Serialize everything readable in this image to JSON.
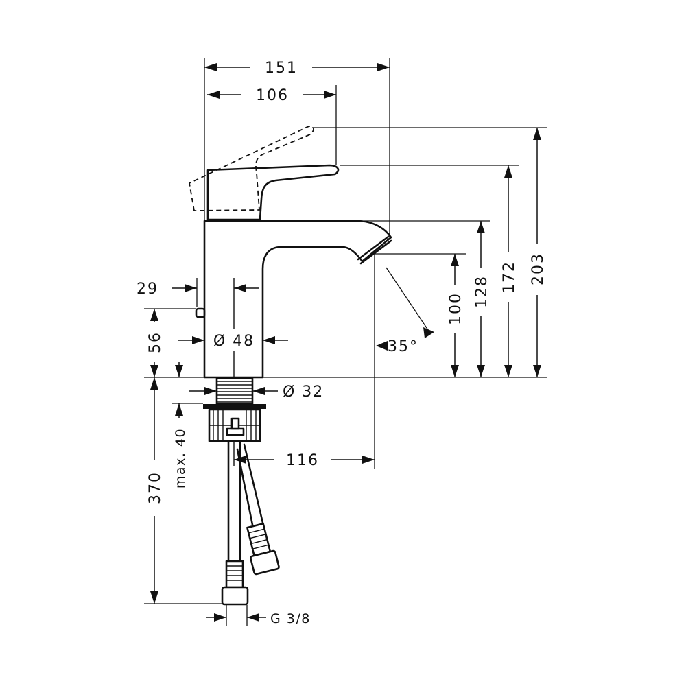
{
  "dimensions": {
    "overall_width": "151",
    "lever_reach": "106",
    "overall_height": "203",
    "lever_height": "172",
    "spout_top_height": "128",
    "outlet_height": "100",
    "lever_offset": "29",
    "lever_pin_height": "56",
    "body_diameter": "Ø 48",
    "shank_diameter": "Ø 32",
    "spout_projection": "116",
    "max_deck_thickness": "max. 40",
    "hose_length": "370",
    "connection_thread": "G 3/8",
    "spray_angle": "35°"
  }
}
